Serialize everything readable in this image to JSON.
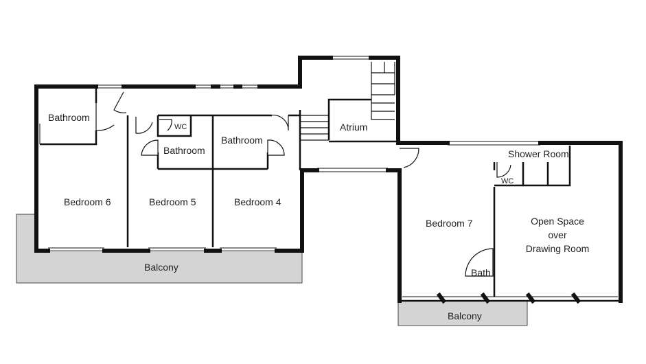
{
  "rooms": {
    "bathroom_left": "Bathroom",
    "wc_1": "WC",
    "bathroom_mid": "Bathroom",
    "bathroom_right": "Bathroom",
    "atrium": "Atrium",
    "shower_room": "Shower Room",
    "wc_2": "WC",
    "bedroom_6": "Bedroom 6",
    "bedroom_5": "Bedroom 5",
    "bedroom_4": "Bedroom 4",
    "bedroom_7": "Bedroom 7",
    "open_space_line1": "Open Space",
    "open_space_line2": "over",
    "open_space_line3": "Drawing Room",
    "bath": "Bath",
    "balcony_left": "Balcony",
    "balcony_right": "Balcony"
  }
}
